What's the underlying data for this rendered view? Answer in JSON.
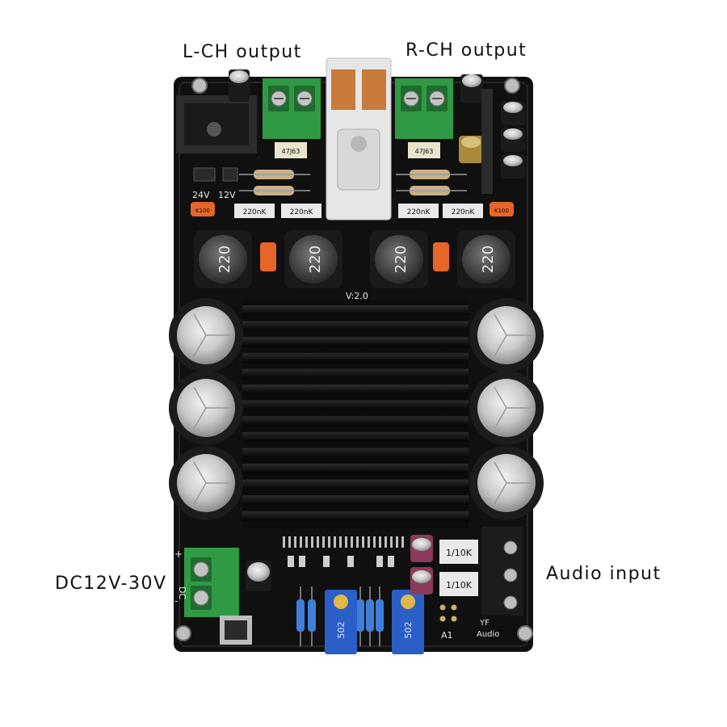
{
  "callouts": {
    "left_channel": "L-CH output",
    "right_channel": "R-CH output",
    "power_input": "DC12V-30V",
    "audio_input": "Audio input"
  },
  "board_silkscreen": {
    "version": "V:2.0",
    "voltage_24": "24V",
    "voltage_12": "12V",
    "dc_plus": "+",
    "dc_label": "DC",
    "dc_minus": "-",
    "audio_label": "Audio",
    "yf_label": "YF",
    "a1_label": "A1"
  },
  "component_markings": {
    "inductor": "220",
    "film_cap": "220nK",
    "box_cap": "47J63",
    "orange_cap": "K100",
    "resistor_pack": "1/10K",
    "trimpot": "502"
  },
  "colors": {
    "board": "#101010",
    "terminal_green": "#2f9a43",
    "heatsink": "#0c0c0c",
    "trimpot_blue": "#2a5fc7"
  }
}
